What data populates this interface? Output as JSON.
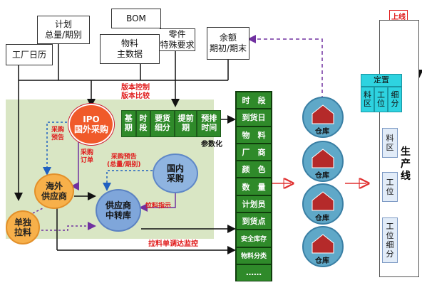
{
  "sources": {
    "factory_calendar": "工厂日历",
    "plan": "计划\n总量/期别",
    "bom": "BOM",
    "material_master": "物料\n主数据",
    "part_special": "零件\n特殊要求",
    "balance": "余额\n期初/期末"
  },
  "red_notes": {
    "version": "版本控制\n版本比较",
    "purchase_forecast_v": "采购\n预告",
    "purchase_order_v": "采购\n订单",
    "purchase_forecast_period": "采购预告\n(总量/期别)",
    "pull_instruction": "拉料指示",
    "pull_monitor": "拉料单调达监控"
  },
  "nodes": {
    "ipo": "IPO\n国外采购",
    "overseas_supplier": "海外\n供应商",
    "domestic": "国内\n采购",
    "supplier_hub": "供应商\n中转库",
    "single_pull": "单独\n拉料"
  },
  "params": {
    "cells": [
      "基\n期",
      "时\n段",
      "要货\n细分",
      "提前\n期",
      "预排\n时间"
    ],
    "label": "参数化"
  },
  "list": [
    "时　段",
    "到货日",
    "物　料",
    "厂　商",
    "颜　色",
    "数　量",
    "计划员",
    "到货点",
    "安全库存",
    "物料分类",
    "……"
  ],
  "warehouses": [
    "仓库",
    "仓库",
    "仓库",
    "仓库"
  ],
  "line": {
    "top_label": "上线",
    "title": "生\n产\n线",
    "location": "定置",
    "cells_top": [
      "料\n区",
      "工\n位",
      "细\n分"
    ],
    "cells": [
      "料\n区",
      "工\n位",
      "工\n位\n细\n分"
    ]
  },
  "colors": {
    "green": "#2f8a2a",
    "red": "#e01b1b",
    "purple": "#7030a0"
  }
}
